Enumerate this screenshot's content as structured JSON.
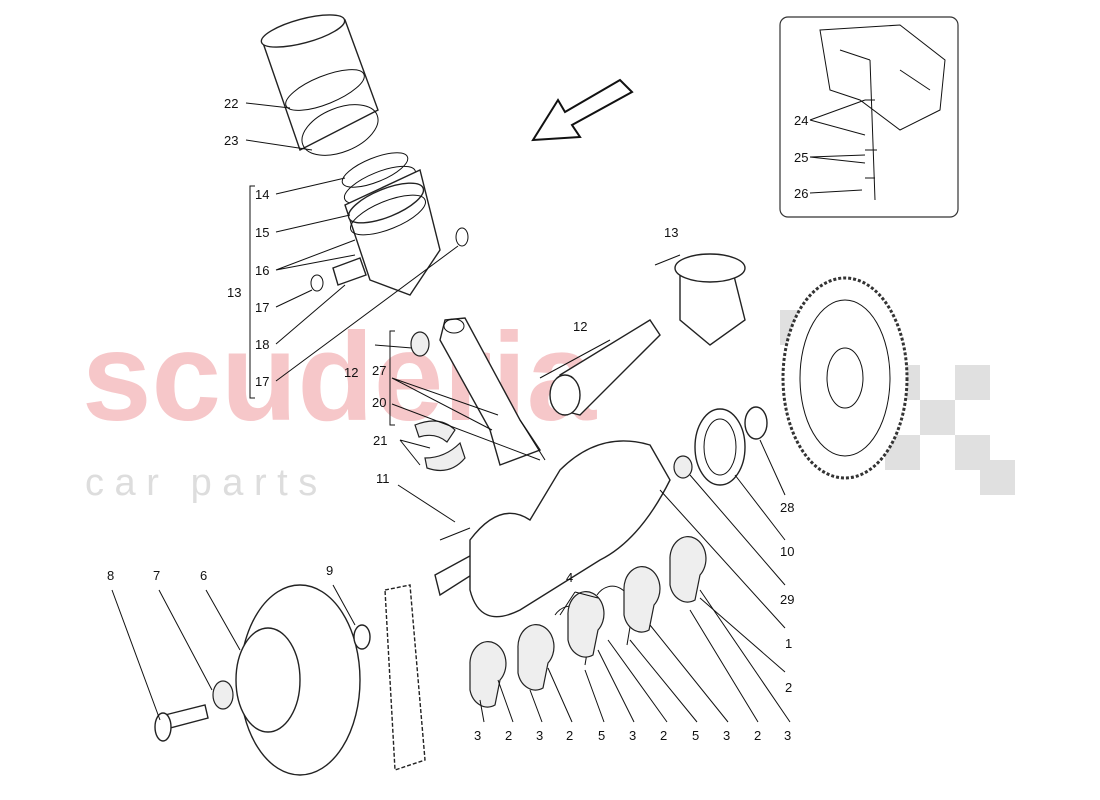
{
  "watermark": {
    "brand": "scuderia",
    "sub": "c a r   p a r t s"
  },
  "labels": {
    "cylinder_liner": "22",
    "liner_seal": "23",
    "piston_group": "13",
    "piston_ring_top": "14",
    "piston_ring_2": "15",
    "piston_ring_3": "16",
    "circlip_a": "17",
    "piston_pin": "18",
    "circlip_b": "17",
    "piston_group_assembled": "13",
    "conrod_group": "12",
    "conrod_group_assembled": "12",
    "conrod_bolts": "27",
    "conrod_nut": "20",
    "conrod_bearings": "21",
    "key": "11",
    "pulley_bolt": "8",
    "washer": "7",
    "damper_pulley": "6",
    "front_seal": "9",
    "thrust_washer": "4",
    "rear_seal": "28",
    "seal_cover": "10",
    "pilot_bushing": "29",
    "crankshaft": "1",
    "main_bearing_right": "2",
    "inset_24": "24",
    "inset_25": "25",
    "inset_26": "26"
  },
  "bottom_row": [
    "3",
    "2",
    "3",
    "2",
    "5",
    "3",
    "2",
    "5",
    "3",
    "2",
    "3"
  ]
}
